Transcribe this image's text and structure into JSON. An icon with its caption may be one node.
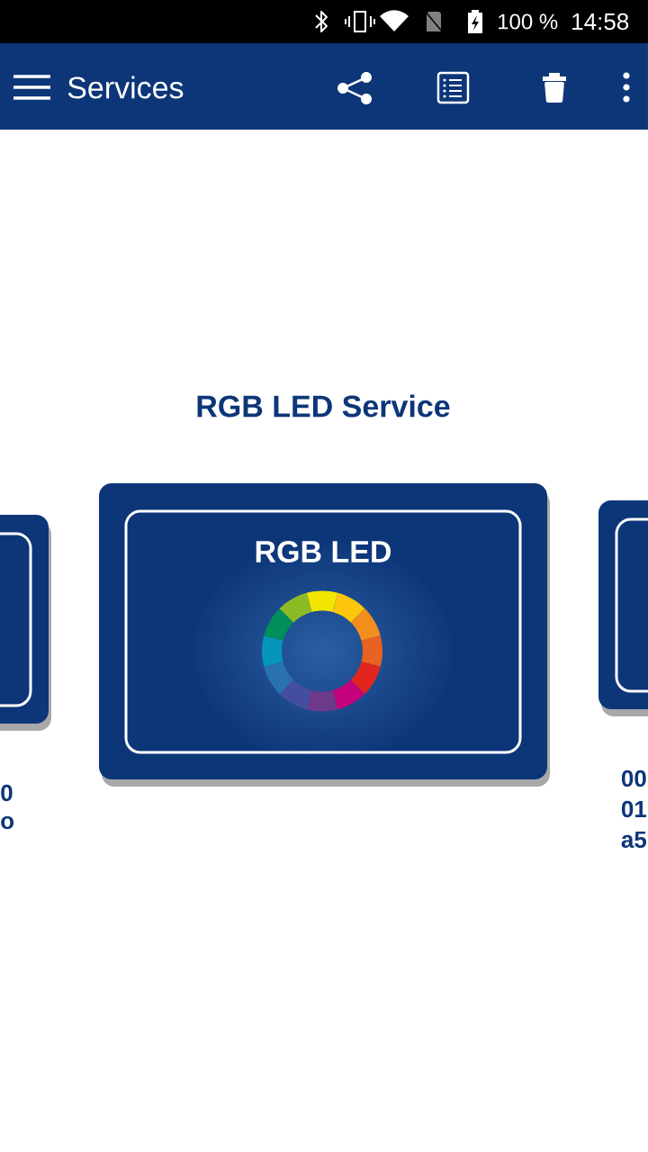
{
  "diagram": {
    "title": "Services",
    "nodes": [
      {
        "text": [],
        "shape": "box"
      },
      {
        "text": [
          "RGB LED"
        ]
      },
      {
        "text": [],
        "shape": "box"
      }
    ],
    "labels": [
      "100 %",
      "14:58",
      "RGB LED Service",
      "0",
      "o",
      "00",
      "01",
      "a5"
    ]
  }
}
